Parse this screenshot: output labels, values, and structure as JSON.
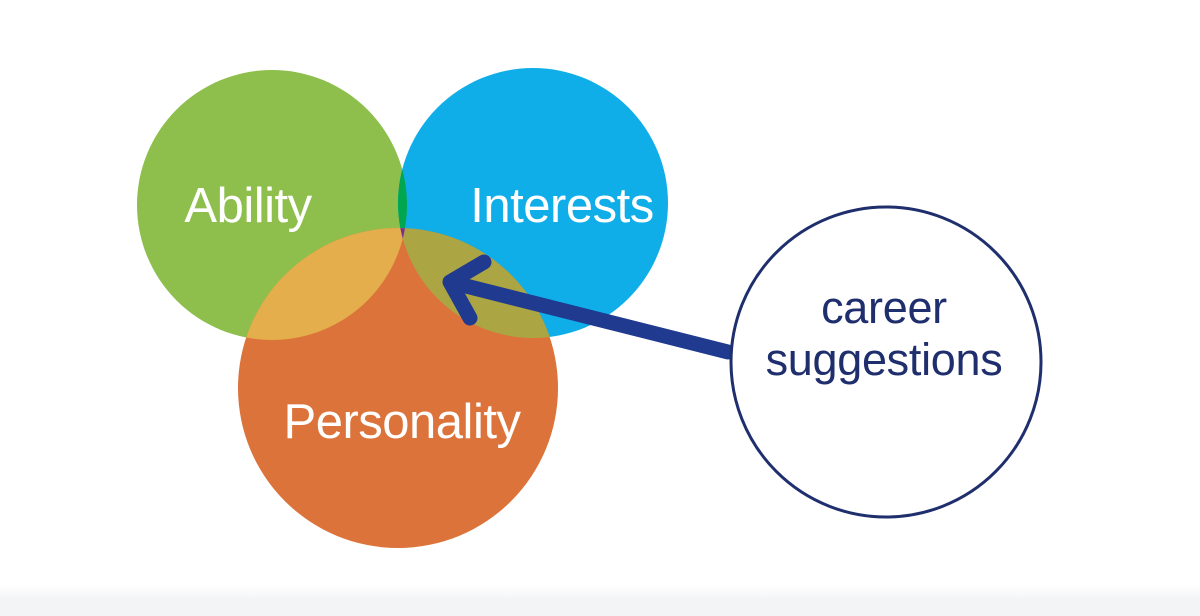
{
  "diagram": {
    "sets": [
      {
        "id": "ability",
        "label": "Ability",
        "color": "#8ebf4c"
      },
      {
        "id": "interests",
        "label": "Interests",
        "color": "#10aee9"
      },
      {
        "id": "personality",
        "label": "Personality",
        "color": "#dc733a"
      }
    ],
    "overlaps": {
      "ability_interests": "#00a650",
      "ability_personality": "#e4ae4c",
      "interests_personality": "#aba543",
      "all_three": "#7b2f91"
    },
    "result": {
      "label_line1": "career",
      "label_line2": "suggestions",
      "stroke_color": "#1f2f6e",
      "arrow_color": "#1f3a8f"
    }
  }
}
